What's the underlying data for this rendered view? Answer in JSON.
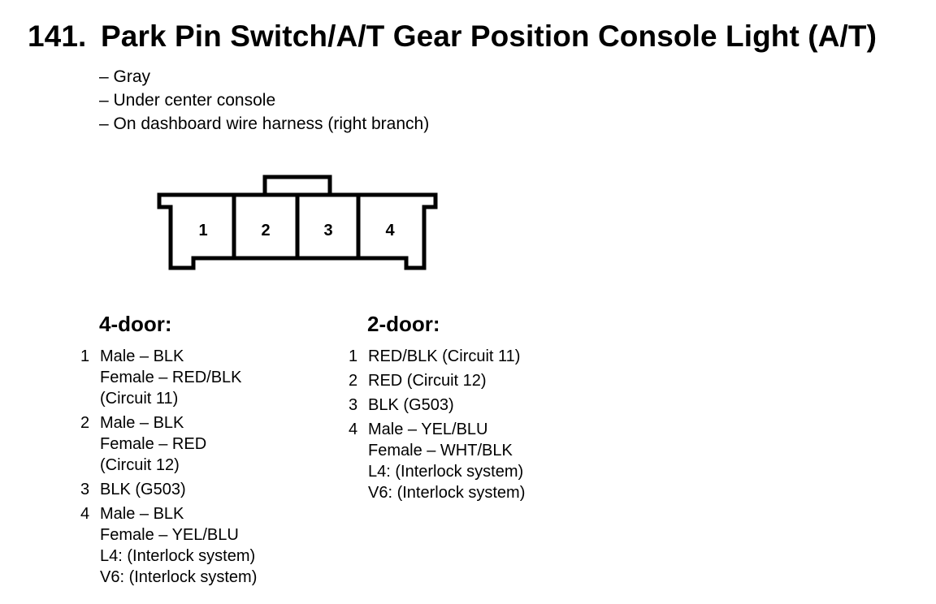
{
  "title": {
    "number": "141.",
    "text": "Park Pin Switch/A/T Gear Position Console Light (A/T)"
  },
  "info": [
    "– Gray",
    "– Under center console",
    "– On dashboard wire harness (right branch)"
  ],
  "connector": {
    "terminals": [
      "1",
      "2",
      "3",
      "4"
    ]
  },
  "four_door": {
    "heading": "4-door:",
    "pins": [
      {
        "num": "1",
        "lines": [
          "Male – BLK",
          "Female – RED/BLK",
          "(Circuit 11)"
        ]
      },
      {
        "num": "2",
        "lines": [
          "Male – BLK",
          "Female – RED",
          "(Circuit 12)"
        ]
      },
      {
        "num": "3",
        "lines": [
          "BLK (G503)"
        ]
      },
      {
        "num": "4",
        "lines": [
          "Male – BLK",
          "Female – YEL/BLU",
          "L4: (Interlock system)",
          "V6: (Interlock system)"
        ]
      }
    ]
  },
  "two_door": {
    "heading": "2-door:",
    "pins": [
      {
        "num": "1",
        "lines": [
          "RED/BLK (Circuit 11)"
        ]
      },
      {
        "num": "2",
        "lines": [
          "RED (Circuit 12)"
        ]
      },
      {
        "num": "3",
        "lines": [
          "BLK (G503)"
        ]
      },
      {
        "num": "4",
        "lines": [
          "Male – YEL/BLU",
          "Female – WHT/BLK",
          "L4: (Interlock system)",
          "V6: (Interlock system)"
        ]
      }
    ]
  }
}
